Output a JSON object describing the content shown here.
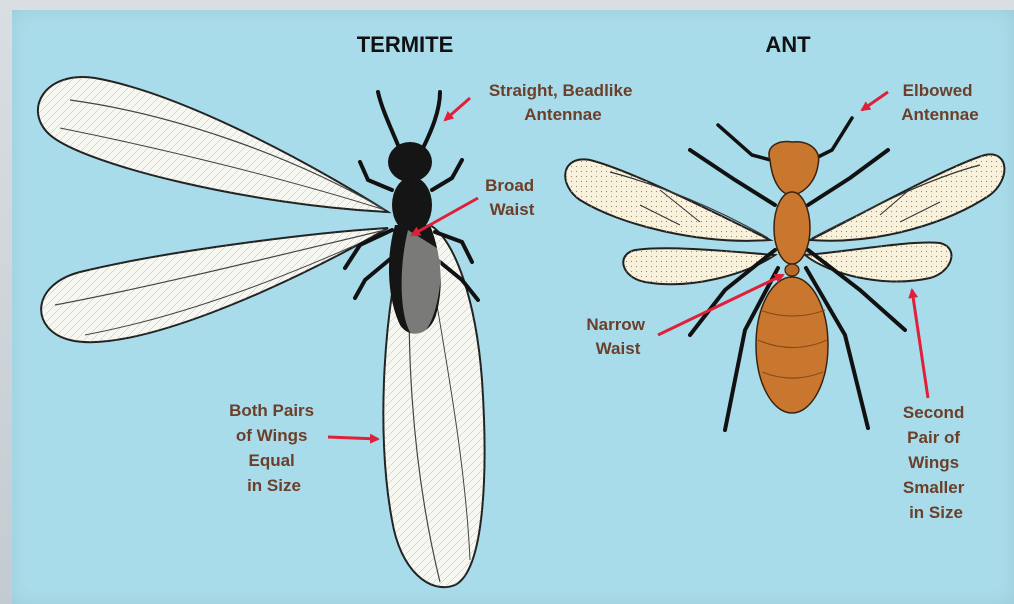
{
  "termite": {
    "title": "TERMITE",
    "antennae_label": [
      "Straight, Beadlike",
      "Antennae"
    ],
    "waist_label": [
      "Broad",
      "Waist"
    ],
    "wings_label": [
      "Both Pairs",
      "of Wings",
      "Equal",
      "in Size"
    ]
  },
  "ant": {
    "title": "ANT",
    "antennae_label": [
      "Elbowed",
      "Antennae"
    ],
    "waist_label": [
      "Narrow",
      "Waist"
    ],
    "wings_label": [
      "Second",
      "Pair of",
      "Wings",
      "Smaller",
      "in Size"
    ]
  },
  "colors": {
    "background": "#a9dcea",
    "label_text": "#6b3f2a",
    "arrow": "#e0203a",
    "ant_body": "#c9772f",
    "termite_body": "#151515"
  }
}
